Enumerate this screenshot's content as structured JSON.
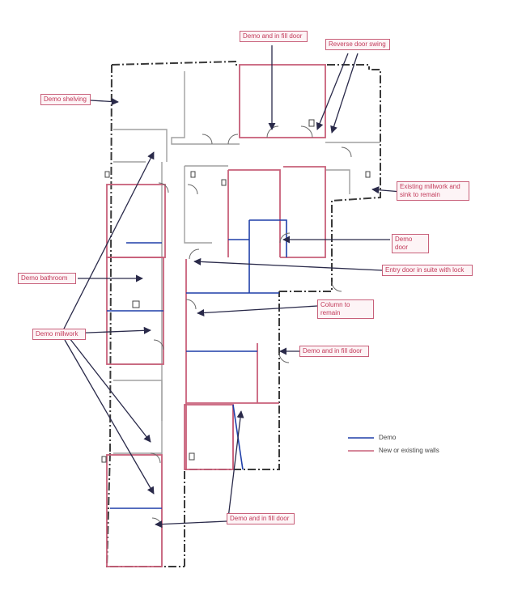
{
  "diagram": {
    "callouts": {
      "demo_fill_door_top": "Demo and in fill door",
      "reverse_door_swing": "Reverse door swing",
      "demo_shelving": "Demo shelving",
      "existing_millwork": "Existing millwork and sink to remain",
      "demo_door": "Demo door",
      "demo_bathroom": "Demo bathroom",
      "entry_door_ensuite": "Entry door in suite with lock",
      "column_to_remain": "Column to remain",
      "demo_millwork": "Demo millwork",
      "demo_fill_door_mid": "Demo and in fill door",
      "demo_fill_door_bottom": "Demo and in fill door"
    },
    "legend": {
      "demo": "Demo",
      "new_walls": "New or existing walls"
    },
    "colors": {
      "demo_line": "#1f3fa8",
      "new_wall": "#c8607a",
      "existing_wall": "#9a9a9a",
      "arrow": "#2a2a4a"
    }
  }
}
